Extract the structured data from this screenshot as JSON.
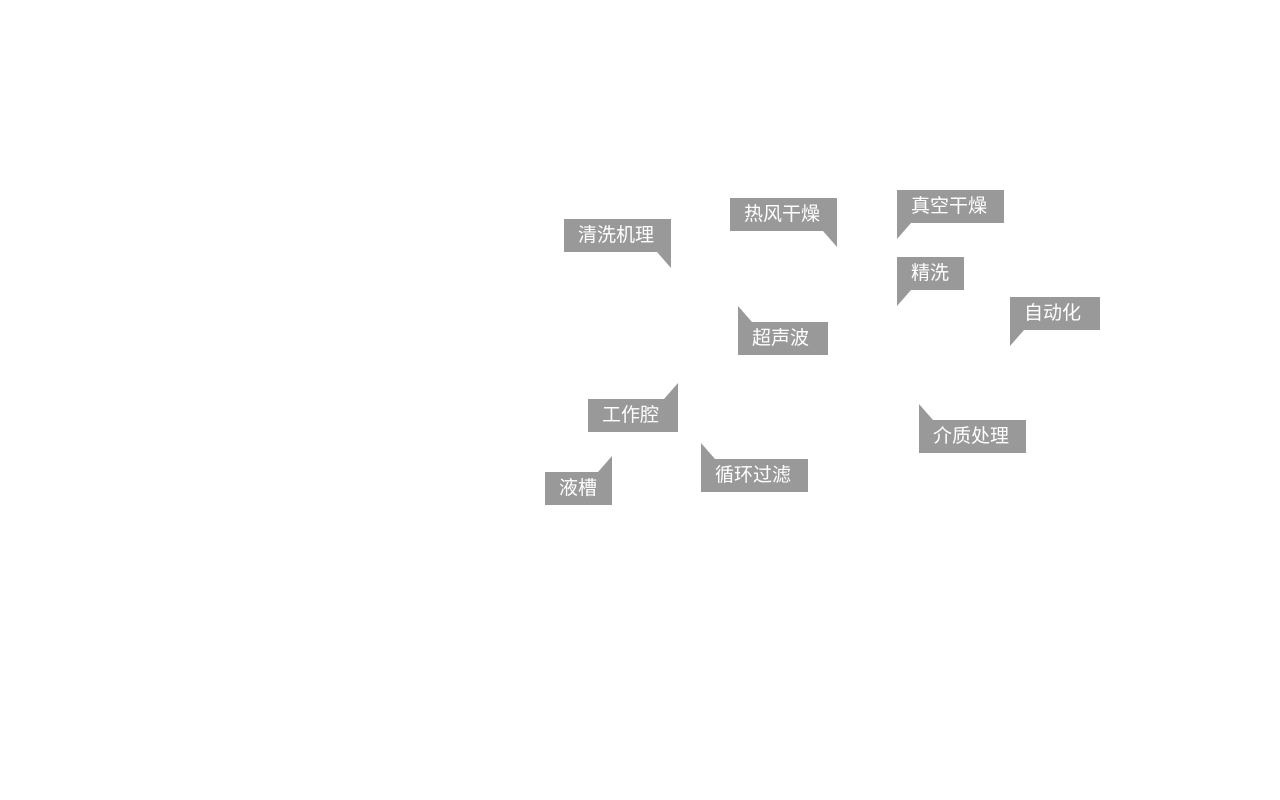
{
  "theme": {
    "tag_color": "#999999",
    "text_color": "#ffffff",
    "background": "#ffffff"
  },
  "tags": [
    {
      "label": "清洗机理"
    },
    {
      "label": "热风干燥"
    },
    {
      "label": "真空干燥"
    },
    {
      "label": "精洗"
    },
    {
      "label": "自动化"
    },
    {
      "label": "超声波"
    },
    {
      "label": "工作腔"
    },
    {
      "label": "介质处理"
    },
    {
      "label": "循环过滤"
    },
    {
      "label": "液槽"
    }
  ]
}
